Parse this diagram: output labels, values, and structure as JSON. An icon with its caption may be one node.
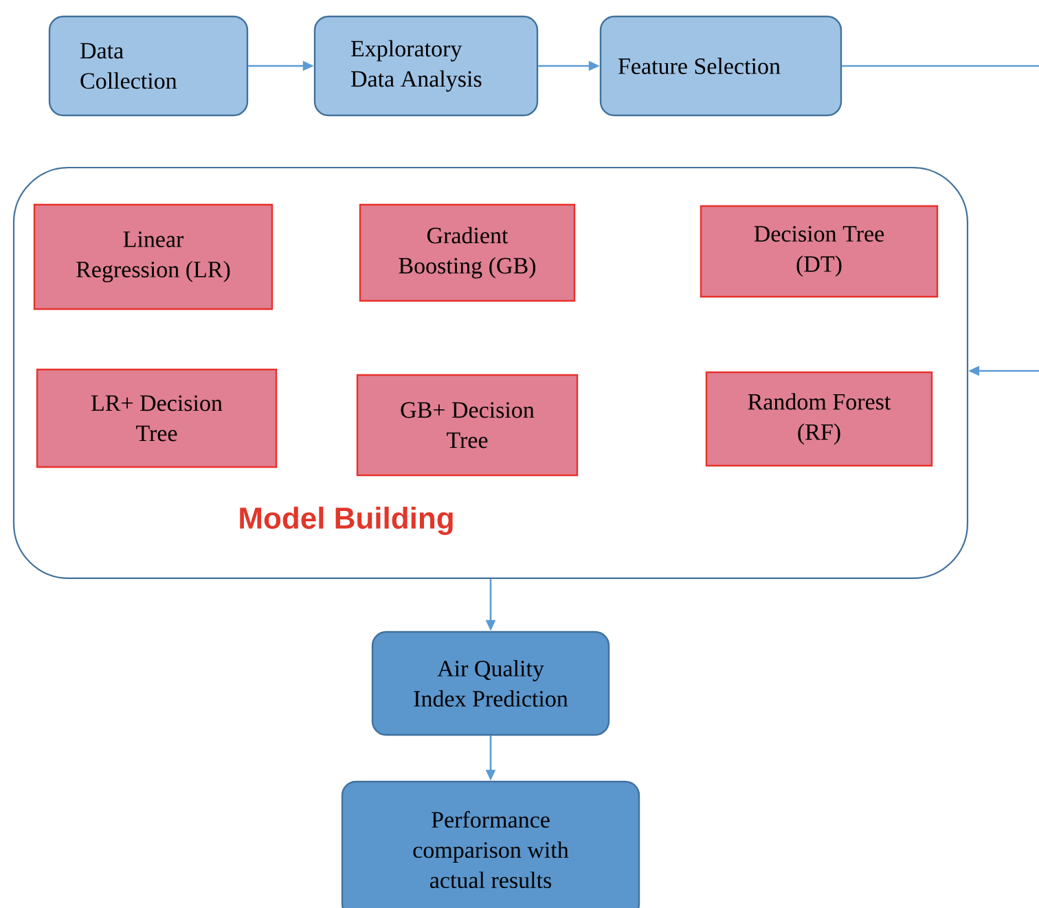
{
  "diagram": {
    "nodes": [
      {
        "text": [
          "Data Collection"
        ]
      },
      {
        "text": [
          "Exploratory Data Analysis"
        ]
      },
      {
        "text": [
          "Feature Selection"
        ]
      },
      {
        "text": [
          "Model Building"
        ]
      },
      {
        "text": [
          "Linear Regression (LR)"
        ],
        "in": 3
      },
      {
        "text": [
          "Gradient Boosting (GB)"
        ],
        "in": 3
      },
      {
        "text": [
          "Decision Tree (DT)"
        ],
        "in": 3
      },
      {
        "text": [
          "LR+ Decision Tree"
        ],
        "in": 3
      },
      {
        "text": [
          "GB+ Decision Tree"
        ],
        "in": 3
      },
      {
        "text": [
          "Random Forest (RF)"
        ],
        "in": 3
      },
      {
        "text": [
          "Air Quality Index Prediction"
        ]
      },
      {
        "text": [
          "Performance comparison with actual results"
        ]
      }
    ],
    "edges": [
      {
        "from": 0,
        "to": 1,
        "arrow": "to"
      },
      {
        "from": 1,
        "to": 2,
        "arrow": "to"
      },
      {
        "from": 2,
        "to": null,
        "arrow": "none"
      },
      {
        "from": null,
        "to": 3,
        "arrow": "to"
      },
      {
        "from": 3,
        "to": 10,
        "arrow": "to"
      },
      {
        "from": 10,
        "to": 11,
        "arrow": "to"
      }
    ]
  }
}
